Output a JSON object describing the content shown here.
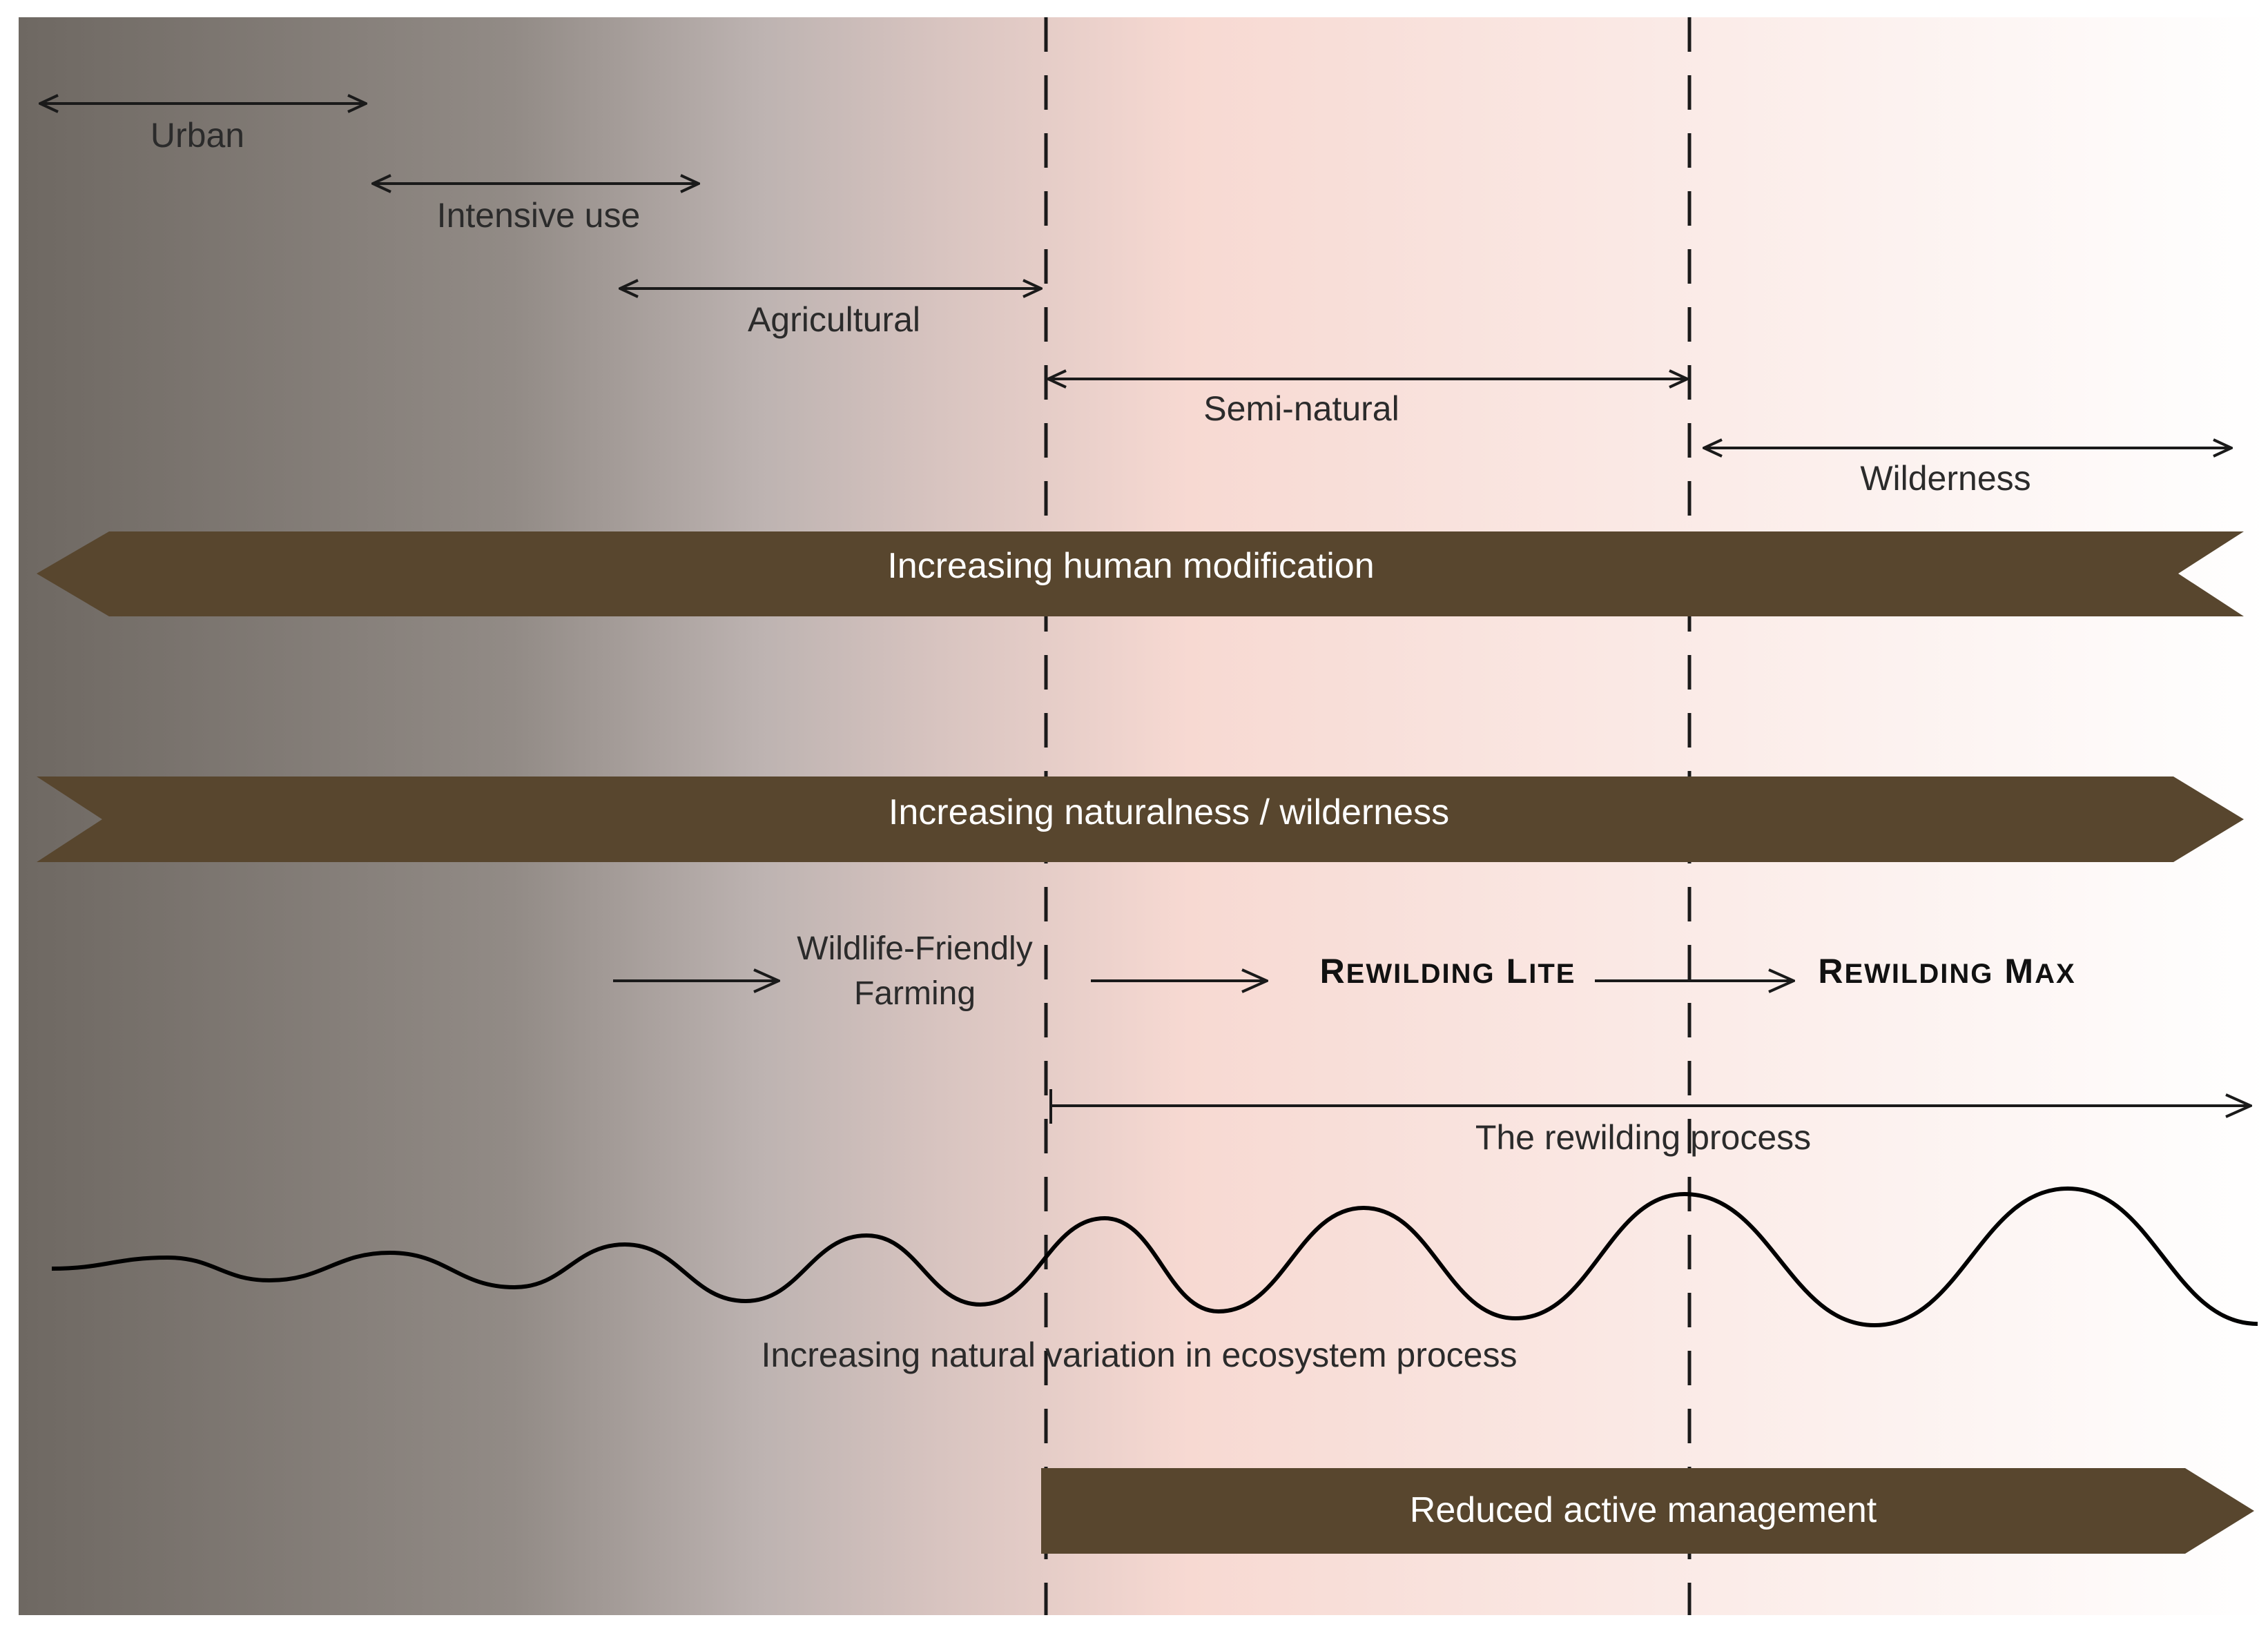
{
  "colors": {
    "gradient_dark": "#6e6862",
    "gradient_mid": "#bdb3b1",
    "gradient_pink": "#f7d9d2",
    "band_fill": "#58462e",
    "band_text": "#ffffff",
    "line": "#1a1a1a"
  },
  "zones": {
    "urban": "Urban",
    "intensive_use": "Intensive use",
    "agricultural": "Agricultural",
    "semi_natural": "Semi-natural",
    "wilderness": "Wilderness"
  },
  "bands": {
    "human_modification": "Increasing human modification",
    "naturalness": "Increasing naturalness / wilderness",
    "reduced_management": "Reduced active management"
  },
  "stages": {
    "wildlife_friendly_line1": "Wildlife-Friendly",
    "wildlife_friendly_line2": "Farming",
    "rewilding_lite_r": "R",
    "rewilding_lite_ewilding": "EWILDING",
    "rewilding_lite_l": "L",
    "rewilding_lite_ite": "ITE",
    "rewilding_max_r": "R",
    "rewilding_max_ewilding": "EWILDING",
    "rewilding_max_m": "M",
    "rewilding_max_ax": "AX"
  },
  "process": {
    "rewilding_process": "The rewilding process",
    "natural_variation": "Increasing natural variation in ecosystem process"
  }
}
